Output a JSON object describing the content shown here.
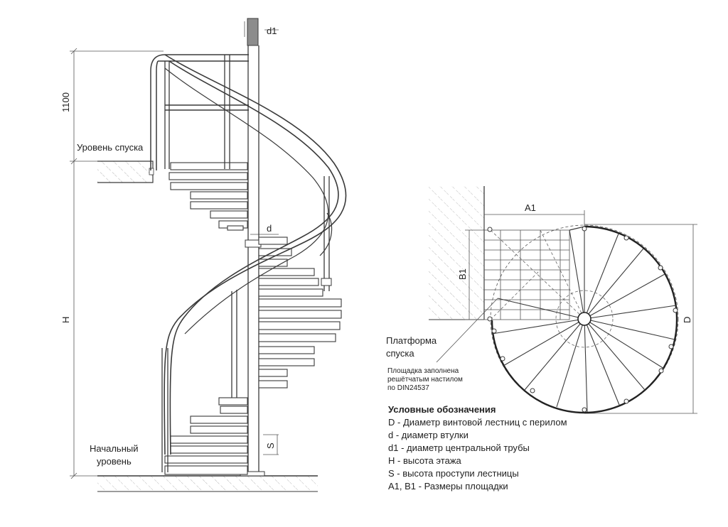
{
  "labels": {
    "d1": "d1",
    "height_1100": "1100",
    "descent_level": "Уровень спуска",
    "d": "d",
    "H": "H",
    "S": "S",
    "start_level_line1": "Начальный",
    "start_level_line2": "уровень",
    "A1": "A1",
    "B1": "B1",
    "D": "D",
    "platform_line1": "Платформа",
    "platform_line2": "спуска",
    "platform_note_line1": "Площадка заполнена",
    "platform_note_line2": "решётчатым настилом",
    "platform_note_line3": "по DIN24537"
  },
  "legend": {
    "title": "Условные обозначения",
    "items": [
      "D - Диаметр винтовой лестниц с перилом",
      "d - диаметр втулки",
      "d1 - диаметр центральной трубы",
      "H - высота этажа",
      "S - высота проступи лестницы",
      "A1, B1 - Размеры площадки"
    ]
  },
  "colors": {
    "line": "#3a3a3a",
    "pole_cap": "#8c8c8c",
    "hatch": "#9a9a9a"
  }
}
